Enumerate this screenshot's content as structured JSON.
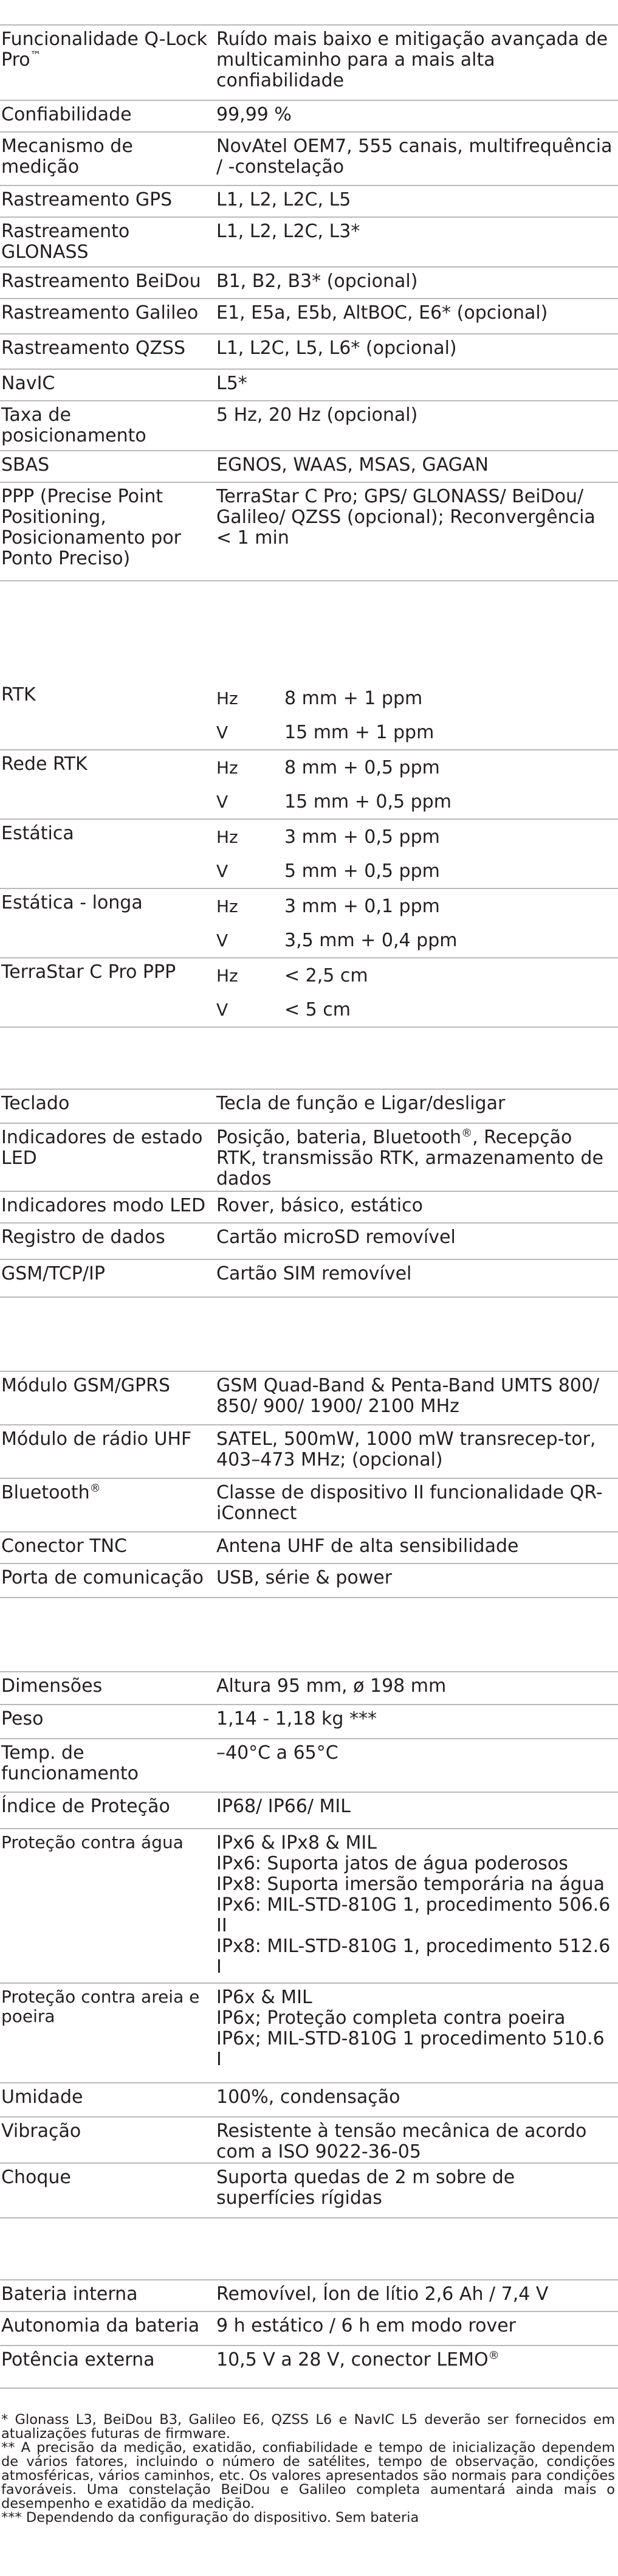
{
  "gnss": [
    {
      "label": "Funcionalidade Q-Lock Pro™",
      "value": "Ruído mais baixo e mitigação avançada de multicaminho para a mais alta confiabilidade"
    },
    {
      "label": "Confiabilidade",
      "value": "99,99 %"
    },
    {
      "label": "Mecanismo de medição",
      "value": "NovAtel OEM7, 555 canais, multifrequência / -constelação"
    },
    {
      "label": "Rastreamento GPS",
      "value": "L1, L2, L2C, L5"
    },
    {
      "label": "Rastreamento GLONASS",
      "value": "L1, L2, L2C, L3*"
    },
    {
      "label": "Rastreamento BeiDou",
      "value": "B1, B2, B3* (opcional)"
    },
    {
      "label": "Rastreamento Galileo",
      "value": "E1, E5a, E5b, AltBOC, E6* (opcional)"
    },
    {
      "label": "Rastreamento QZSS",
      "value": "L1, L2C, L5, L6* (opcional)"
    },
    {
      "label": "NavIC",
      "value": "L5*"
    },
    {
      "label": "Taxa de posicionamento",
      "value": "5 Hz, 20 Hz (opcional)"
    },
    {
      "label": "SBAS",
      "value": "EGNOS, WAAS, MSAS, GAGAN"
    },
    {
      "label": "PPP (Precise Point Positioning, Posicionamento por Ponto Preciso)",
      "value": "TerraStar C Pro; GPS/ GLONASS/ BeiDou/ Galileo/ QZSS (opcional); Reconvergência < 1 min"
    }
  ],
  "accuracy": [
    {
      "label": "RTK",
      "h_axis": "Hz",
      "h_value": "8 mm + 1 ppm",
      "v_axis": "V",
      "v_value": "15 mm + 1 ppm"
    },
    {
      "label": "Rede RTK",
      "h_axis": "Hz",
      "h_value": "8 mm + 0,5 ppm",
      "v_axis": "V",
      "v_value": "15 mm + 0,5 ppm"
    },
    {
      "label": "Estática",
      "h_axis": "Hz",
      "h_value": "3 mm + 0,5 ppm",
      "v_axis": "V",
      "v_value": "5 mm + 0,5 ppm"
    },
    {
      "label": "Estática - longa",
      "h_axis": "Hz",
      "h_value": "3 mm + 0,1 ppm",
      "v_axis": "V",
      "v_value": "3,5 mm + 0,4 ppm"
    },
    {
      "label": "TerraStar C Pro PPP",
      "h_axis": "Hz",
      "h_value": "< 2,5 cm",
      "v_axis": "V",
      "v_value": "< 5 cm"
    }
  ],
  "interface": [
    {
      "label": "Teclado",
      "value": "Tecla de função e Ligar/desligar"
    },
    {
      "label": "Indicadores de estado LED",
      "value": "Posição, bateria, Bluetooth®, Recepção RTK, transmissão RTK, armazenamento de dados"
    },
    {
      "label": "Indicadores modo LED",
      "value": "Rover, básico, estático"
    },
    {
      "label": "Registro de dados",
      "value": "Cartão microSD removível"
    },
    {
      "label": "GSM/TCP/IP",
      "value": "Cartão SIM removível"
    }
  ],
  "communication": [
    {
      "label": "Módulo GSM/GPRS",
      "value": "GSM Quad-Band & Penta-Band UMTS 800/ 850/ 900/ 1900/ 2100 MHz"
    },
    {
      "label": "Módulo de rádio UHF",
      "value": "SATEL, 500mW, 1000 mW transrecep-tor, 403–473 MHz; (opcional)"
    },
    {
      "label": "Bluetooth®",
      "value": "Classe de dispositivo II funcionalidade QR-iConnect"
    },
    {
      "label": "Conector TNC",
      "value": "Antena UHF de alta sensibilidade"
    },
    {
      "label": "Porta de comunicação",
      "value": "USB, série & power"
    }
  ],
  "physical": [
    {
      "label": "Dimensões",
      "value": "Altura 95 mm, ø 198 mm"
    },
    {
      "label": "Peso",
      "value": "1,14 - 1,18 kg ***"
    },
    {
      "label": "Temp. de funcionamento",
      "value": "–40°C a 65°C"
    },
    {
      "label": "Índice de Proteção",
      "value": "IP68/ IP66/ MIL"
    },
    {
      "label": "Proteção contra água",
      "value": "IPx6 & IPx8 & MIL\nIPx6: Suporta jatos de água poderosos\nIPx8: Suporta imersão temporária na água\nIPx6: MIL-STD-810G 1, procedimento 506.6 II\nIPx8: MIL-STD-810G 1, procedimento 512.6 I"
    },
    {
      "label": "Proteção contra areia e poeira",
      "value": "IP6x & MIL\nIP6x; Proteção completa contra poeira\nIP6x; MIL-STD-810G 1 procedimento 510.6 I"
    },
    {
      "label": "Umidade",
      "value": "100%, condensação"
    },
    {
      "label": "Vibração",
      "value": "Resistente à tensão mecânica de acordo com a ISO 9022-36-05"
    },
    {
      "label": "Choque",
      "value": "Suporta quedas de 2 m sobre de superfícies rígidas"
    }
  ],
  "power": [
    {
      "label": "Bateria interna",
      "value": "Removível, Íon de lítio 2,6 Ah / 7,4 V"
    },
    {
      "label": "Autonomia da bateria",
      "value": "9 h estático / 6 h em modo rover"
    },
    {
      "label": "Potência externa",
      "value": "10,5 V a 28 V, conector LEMO®"
    }
  ],
  "footnotes": [
    "* Glonass L3, BeiDou B3, Galileo E6, QZSS L6 e NavIC L5 deverão ser fornecidos em atualizações futuras de firmware.",
    "** A precisão da medição, exatidão, confiabilidade e tempo de inicialização dependem de vários fatores, incluindo o número de satélites, tempo de observação, condições atmosféricas, vários caminhos, etc. Os valores apresentados são normais para condições favoráveis. Uma constelação BeiDou e Galileo completa aumentará ainda mais o desempenho e exatidão da medição.",
    "*** Dependendo da configuração do dispositivo. Sem bateria"
  ]
}
